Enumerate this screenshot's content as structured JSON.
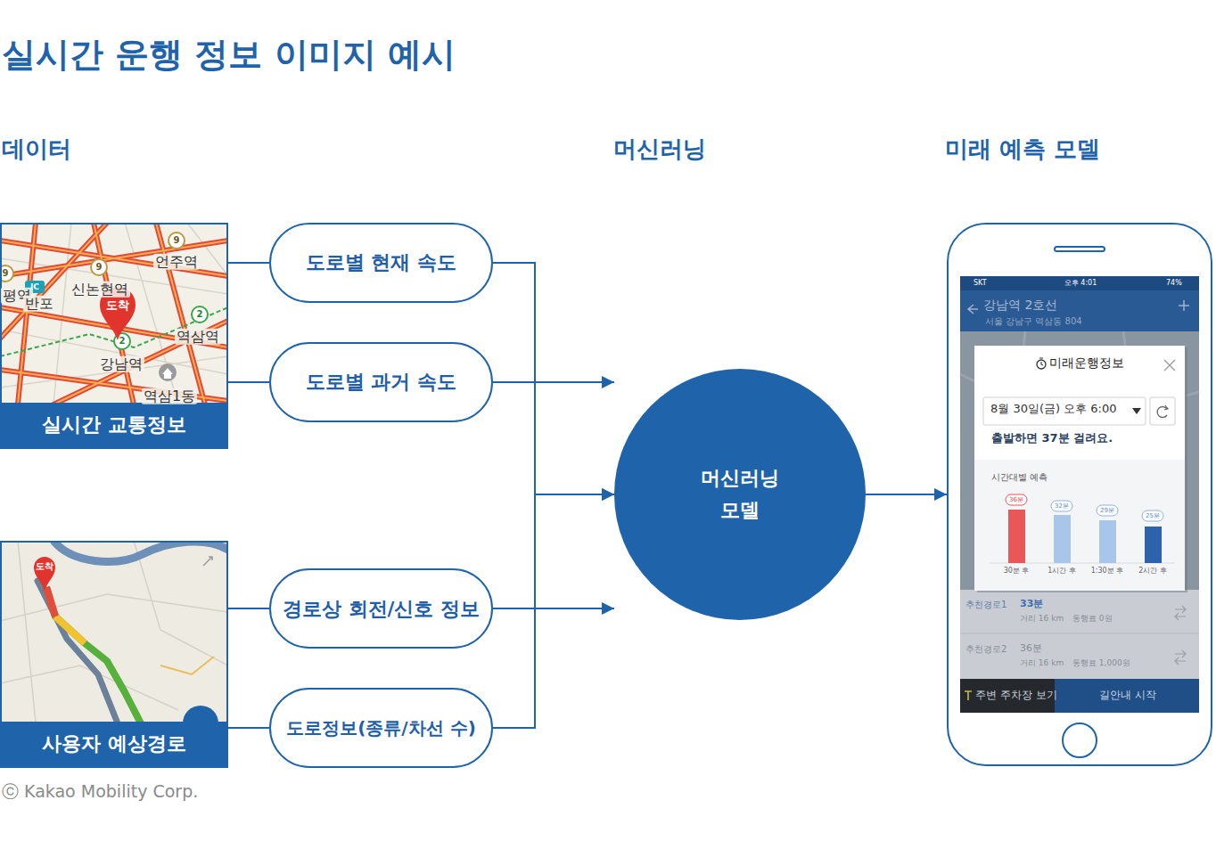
{
  "diagram": {
    "title": "실시간 운행 정보 이미지 예시",
    "caption": "ⓒ Kakao Mobility Corp.",
    "nodes": [
      {
        "text": [
          "실시간 교통정보"
        ]
      },
      {
        "text": [
          "도로별 현재 속도"
        ]
      },
      {
        "text": [
          "도로별 과거 속도"
        ]
      },
      {
        "text": [
          "사용자 예상경로"
        ]
      },
      {
        "text": [
          "경로상 회전/신호 정보"
        ]
      },
      {
        "text": [
          "도로정보(종류/차선 수)"
        ]
      },
      {
        "text": [
          "머신러닝 모델"
        ]
      },
      {
        "text": [
          "강남역 2호선",
          "서울 강남구 역삼동 804"
        ]
      },
      {
        "text": [
          "미래운행정보",
          "8월 30일(금) 오후 6:00",
          "출발하면 37분 걸려요.",
          "시간대별 예측"
        ],
        "in": 7
      }
    ],
    "edges": [
      {
        "from": 0,
        "to": 1,
        "arrow": "none"
      },
      {
        "from": 0,
        "to": 2,
        "arrow": "none"
      },
      {
        "from": 3,
        "to": 4,
        "arrow": "none"
      },
      {
        "from": 3,
        "to": 5,
        "arrow": "none"
      },
      {
        "from": 1,
        "to": 6,
        "arrow": "to"
      },
      {
        "from": 2,
        "to": 6,
        "arrow": "to"
      },
      {
        "from": 4,
        "to": 6,
        "arrow": "to"
      },
      {
        "from": 5,
        "to": 6,
        "arrow": "to"
      },
      {
        "from": 6,
        "to": 7,
        "arrow": "to"
      }
    ],
    "labels": [
      "데이터",
      "머신러닝",
      "미래 예측 모델",
      "9",
      "9",
      "9",
      "IC",
      "언주역",
      "신논현역",
      "평역",
      "반포",
      "도착",
      "2",
      "2",
      "역삼역",
      "강남역",
      "역삼1동",
      "도착",
      "SKT",
      "오후 4:01",
      "74%",
      "36분",
      "32분",
      "29분",
      "25분",
      "30분 후",
      "1시간 후",
      "1:30분 후",
      "2시간 후",
      "추천경로1",
      "33분",
      "거리 16 km",
      "통행료 0원",
      "추천경로2",
      "36분",
      "거리 16 km",
      "통행료 1,000원",
      "주변 주차장 보기",
      "길안내 시작"
    ]
  }
}
